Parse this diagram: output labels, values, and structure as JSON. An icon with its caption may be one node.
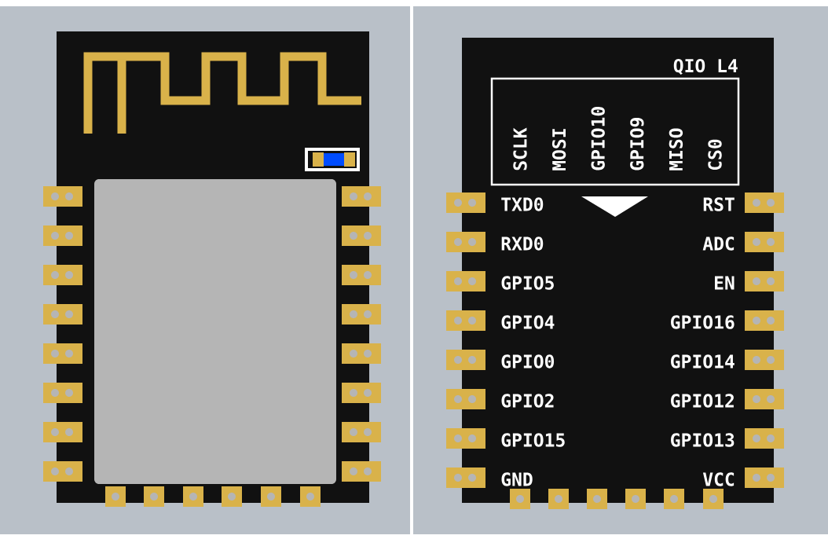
{
  "diagram": {
    "labels": [
      "QIO L4",
      "SCLK",
      "MOSI",
      "GPIO10",
      "GPIO9",
      "MISO",
      "CS0",
      "TXD0",
      "RST",
      "RXD0",
      "ADC",
      "GPIO5",
      "EN",
      "GPIO4",
      "GPIO16",
      "GPIO0",
      "GPIO14",
      "GPIO2",
      "GPIO12",
      "GPIO15",
      "GPIO13",
      "GND",
      "VCC"
    ]
  }
}
